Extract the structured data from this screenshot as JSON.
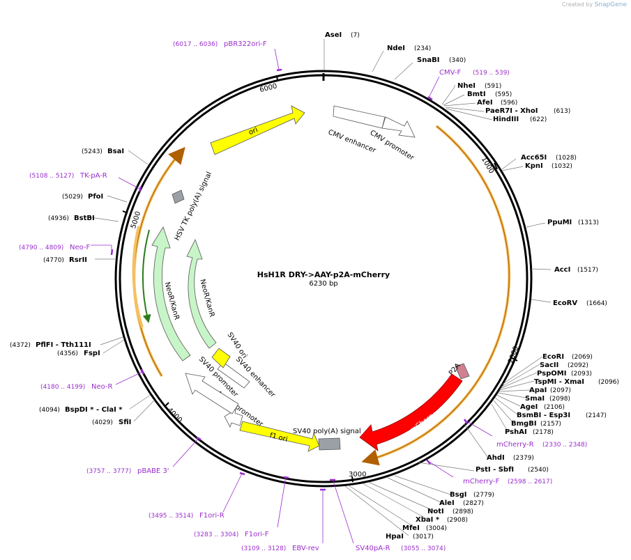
{
  "credit": {
    "prefix": "Created by",
    "brand": "SnapGene"
  },
  "plasmid": {
    "name": "HsH1R DRY->AAY-p2A-mCherry",
    "size": "6230 bp"
  },
  "ticks": [
    {
      "label": "1000",
      "bp": 1000
    },
    {
      "label": "2000",
      "bp": 2000
    },
    {
      "label": "3000",
      "bp": 3000
    },
    {
      "label": "4000",
      "bp": 4000
    },
    {
      "label": "5000",
      "bp": 5000
    },
    {
      "label": "6000",
      "bp": 6000
    }
  ],
  "enzymes": [
    {
      "name": "AseI",
      "pos": "(7)"
    },
    {
      "name": "NdeI",
      "pos": "(234)"
    },
    {
      "name": "SnaBI",
      "pos": "(340)"
    },
    {
      "name": "NheI",
      "pos": "(591)"
    },
    {
      "name": "BmtI",
      "pos": "(595)"
    },
    {
      "name": "AfeI",
      "pos": "(596)"
    },
    {
      "name": "PaeR7I - XhoI",
      "pos": "(613)"
    },
    {
      "name": "HindIII",
      "pos": "(622)"
    },
    {
      "name": "Acc65I",
      "pos": "(1028)"
    },
    {
      "name": "KpnI",
      "pos": "(1032)"
    },
    {
      "name": "PpuMI",
      "pos": "(1313)"
    },
    {
      "name": "AccI",
      "pos": "(1517)"
    },
    {
      "name": "EcoRV",
      "pos": "(1664)"
    },
    {
      "name": "EcoRI",
      "pos": "(2069)"
    },
    {
      "name": "SacII",
      "pos": "(2092)"
    },
    {
      "name": "PspOMI",
      "pos": "(2093)"
    },
    {
      "name": "TspMI - XmaI",
      "pos": "(2096)"
    },
    {
      "name": "ApaI",
      "pos": "(2097)"
    },
    {
      "name": "SmaI",
      "pos": "(2098)"
    },
    {
      "name": "AgeI",
      "pos": "(2106)"
    },
    {
      "name": "BsmBI - Esp3I",
      "pos": "(2147)"
    },
    {
      "name": "BmgBI",
      "pos": "(2157)"
    },
    {
      "name": "PshAI",
      "pos": "(2178)"
    },
    {
      "name": "AhdI",
      "pos": "(2379)"
    },
    {
      "name": "PstI - SbfI",
      "pos": "(2540)"
    },
    {
      "name": "BsgI",
      "pos": "(2779)"
    },
    {
      "name": "AleI",
      "pos": "(2827)"
    },
    {
      "name": "NotI",
      "pos": "(2898)"
    },
    {
      "name": "XbaI *",
      "pos": "(2908)"
    },
    {
      "name": "MfeI",
      "pos": "(3004)"
    },
    {
      "name": "HpaI",
      "pos": "(3017)"
    },
    {
      "name": "SfiI",
      "pos": "(4029)"
    },
    {
      "name": "BspDI * - ClaI *",
      "pos": "(4094)"
    },
    {
      "name": "FspI",
      "pos": "(4356)"
    },
    {
      "name": "PflFI - Tth111I",
      "pos": "(4372)"
    },
    {
      "name": "RsrII",
      "pos": "(4770)"
    },
    {
      "name": "BstBI",
      "pos": "(4936)"
    },
    {
      "name": "PfoI",
      "pos": "(5029)"
    },
    {
      "name": "BsaI",
      "pos": "(5243)"
    }
  ],
  "primers": [
    {
      "name": "pBR322ori-F",
      "range": "(6017 .. 6036)"
    },
    {
      "name": "CMV-F",
      "range": "(519 .. 539)"
    },
    {
      "name": "TK-pA-R",
      "range": "(5108 .. 5127)"
    },
    {
      "name": "Neo-F",
      "range": "(4790 .. 4809)"
    },
    {
      "name": "Neo-R",
      "range": "(4180 .. 4199)"
    },
    {
      "name": "pBABE 3'",
      "range": "(3757 .. 3777)"
    },
    {
      "name": "F1ori-R",
      "range": "(3495 .. 3514)"
    },
    {
      "name": "F1ori-F",
      "range": "(3283 .. 3304)"
    },
    {
      "name": "EBV-rev",
      "range": "(3109 .. 3128)"
    },
    {
      "name": "SV40pA-R",
      "range": "(3055 .. 3074)"
    },
    {
      "name": "mCherry-F",
      "range": "(2598 .. 2617)"
    },
    {
      "name": "mCherry-R",
      "range": "(2330 .. 2348)"
    }
  ],
  "features": [
    {
      "name": "ori",
      "color": "#ffff00"
    },
    {
      "name": "CMV enhancer",
      "color": "#ffffff"
    },
    {
      "name": "CMV promoter",
      "color": "#ffffff"
    },
    {
      "name": "P2A",
      "color": "#d08090"
    },
    {
      "name": "mCherry",
      "color": "#ff0000"
    },
    {
      "name": "SV40 poly(A) signal",
      "color": "#9aa0a6"
    },
    {
      "name": "f1 ori",
      "color": "#ffff00"
    },
    {
      "name": "AmpR promoter",
      "color": "#ffffff"
    },
    {
      "name": "SV40 promoter",
      "color": "#ffffff"
    },
    {
      "name": "SV40 enhancer",
      "color": "#ffffff"
    },
    {
      "name": "SV40 ori",
      "color": "#ffff00"
    },
    {
      "name": "NeoR/KanR",
      "color": "#c8f5c8"
    },
    {
      "name": "HSV TK poly(A) signal",
      "color": "#9aa0a6"
    }
  ],
  "colors": {
    "primer": "#9a2ccc",
    "orf": "#f5a623",
    "backbone": "#000000"
  }
}
